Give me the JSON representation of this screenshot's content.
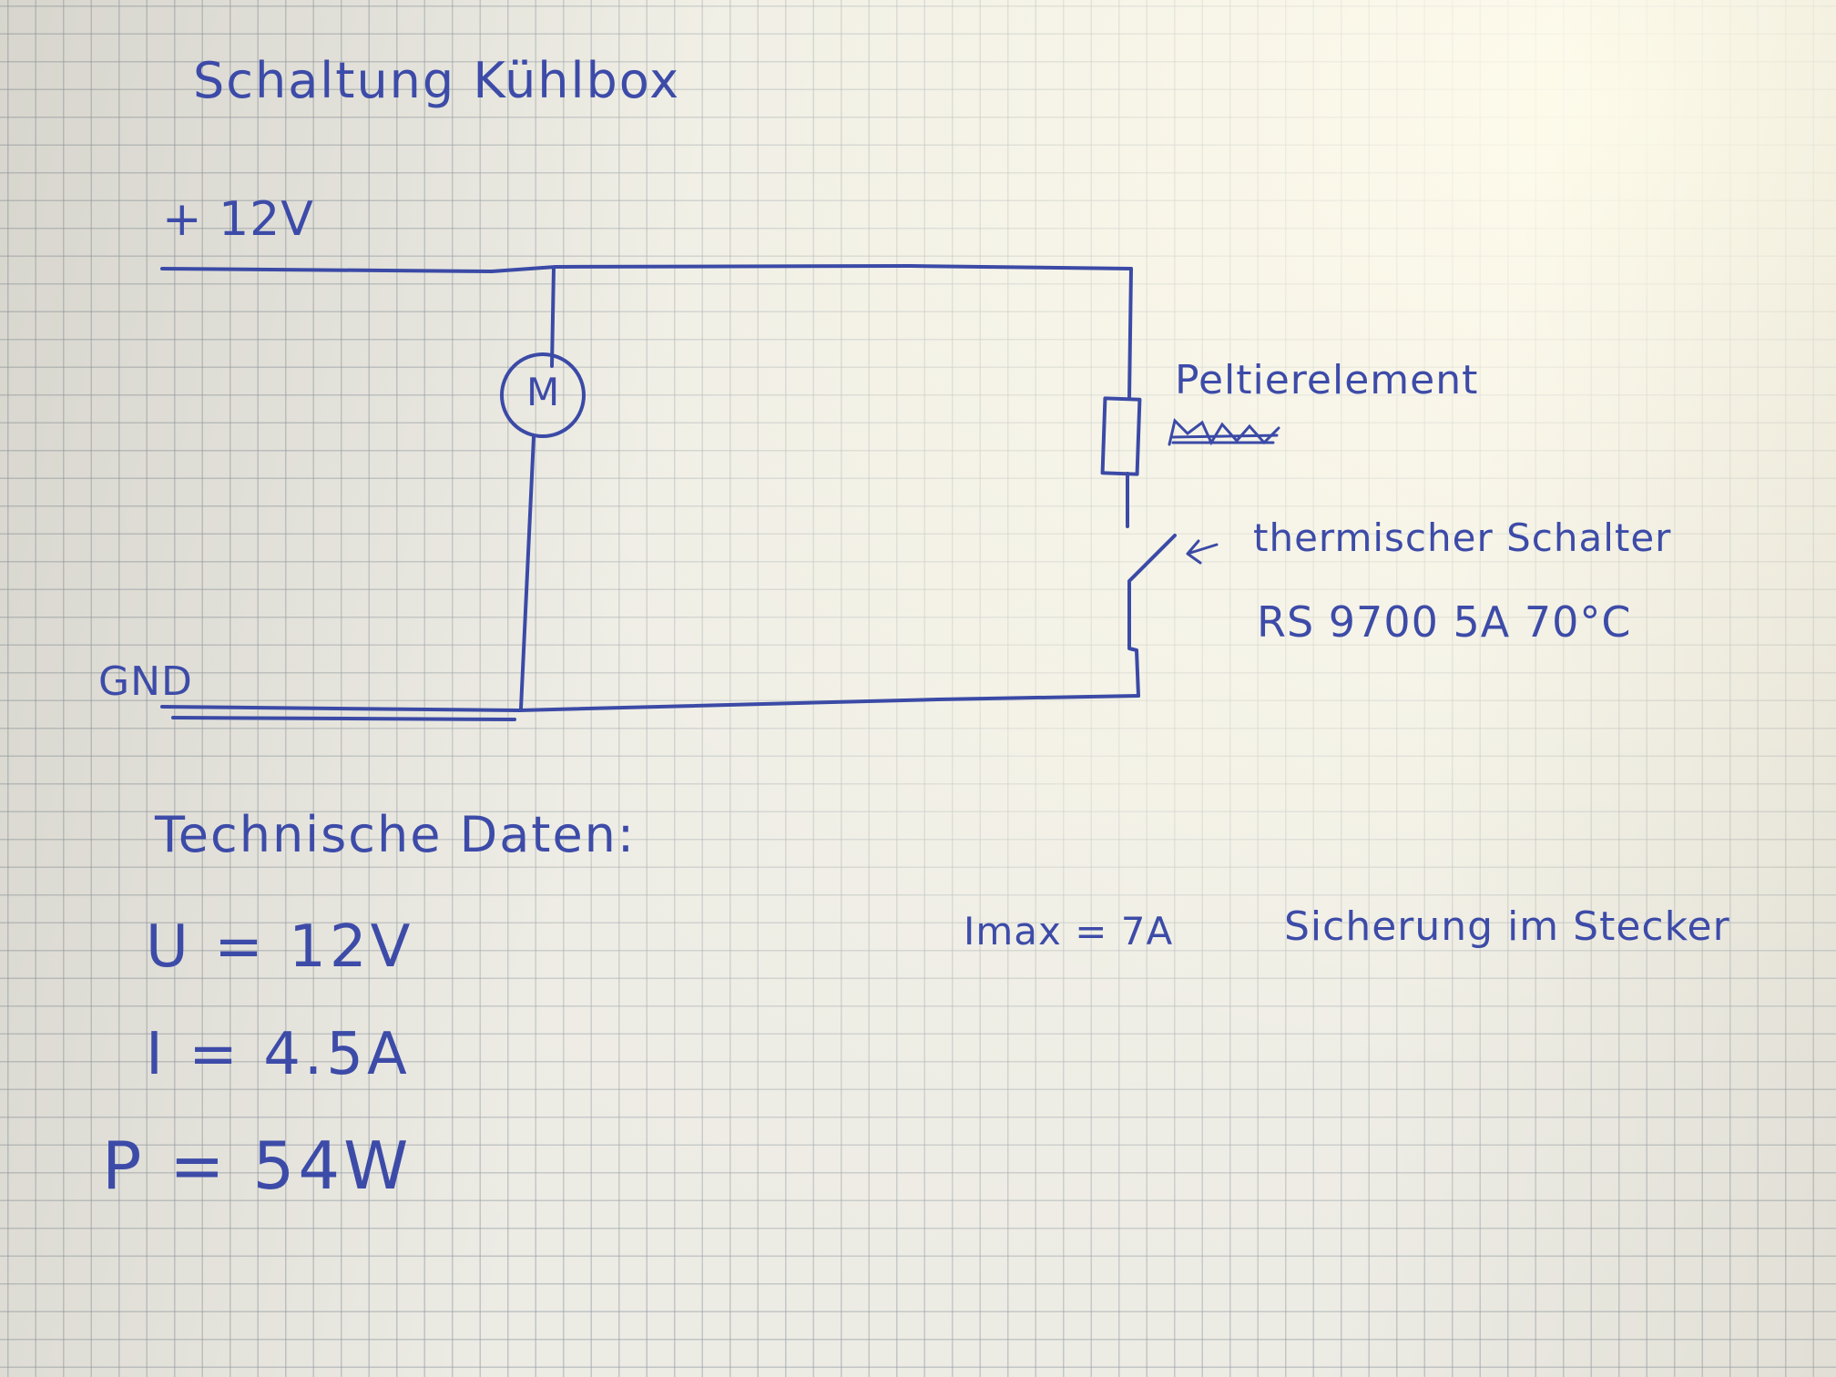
{
  "title": "Schaltung Kühlbox",
  "rails": {
    "positive": "+ 12V",
    "ground": "GND"
  },
  "components": {
    "motor_symbol": "M",
    "peltier_label": "Peltierelement",
    "switch_label": "thermischer Schalter",
    "switch_part": "RS 9700 5A 70°C"
  },
  "technical_data": {
    "heading": "Technische Daten:",
    "voltage": "U = 12V",
    "current": "I = 4.5A",
    "power": "P = 54W"
  },
  "fuse_note": {
    "imax": "Imax = 7A",
    "text": "Sicherung im Stecker"
  },
  "ink_color": "#3b4aa6"
}
